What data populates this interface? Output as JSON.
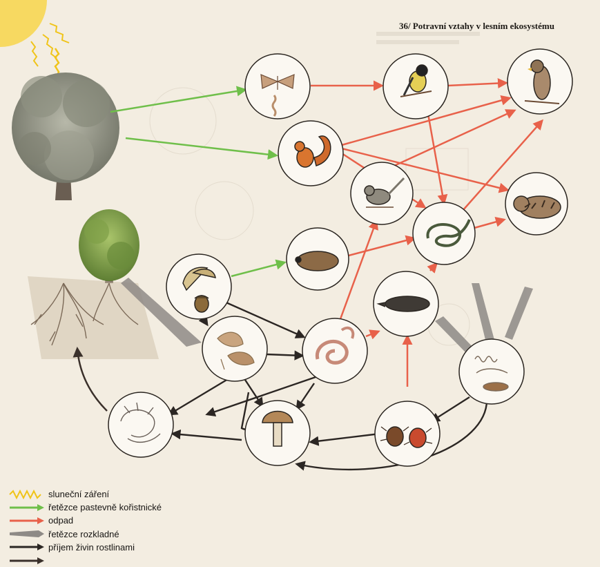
{
  "header": {
    "title": "36/   Potravní vztahy v lesním ekosystému"
  },
  "legend": {
    "items": [
      {
        "label": "sluneční záření",
        "color": "#f0c419",
        "style": "zigzag"
      },
      {
        "label": "řetězce pastevně kořistnické",
        "color": "#e8614a",
        "style": "arrow"
      },
      {
        "label": "odpad",
        "color": "#8e8a86",
        "style": "wedge"
      },
      {
        "label": "řetězce rozkladné",
        "color": "#2b2623",
        "style": "arrow"
      },
      {
        "label": "příjem živin rostlinami",
        "color": "#3a302a",
        "style": "arrow"
      }
    ],
    "green_arrow_color": "#6fbf4a"
  },
  "colors": {
    "grazing": "#e8614a",
    "plant_to_herbivore": "#6fbf4a",
    "decomposition": "#2b2623",
    "waste": "#8e8a86",
    "sun": "#f7d54a",
    "node_fill": "#fbf8f2",
    "node_stroke": "#2a2520"
  },
  "nodes": [
    {
      "id": "moth",
      "icon": "moth-caterpillar-icon"
    },
    {
      "id": "tit",
      "icon": "tit-bird-icon"
    },
    {
      "id": "hawk",
      "icon": "hawk-icon"
    },
    {
      "id": "squirrel",
      "icon": "squirrel-icon"
    },
    {
      "id": "wildcat",
      "icon": "wildcat-icon"
    },
    {
      "id": "songbird",
      "icon": "songbird-icon"
    },
    {
      "id": "snake",
      "icon": "snake-icon"
    },
    {
      "id": "vole",
      "icon": "vole-icon"
    },
    {
      "id": "seeds",
      "icon": "seeds-acorn-icon"
    },
    {
      "id": "shrew",
      "icon": "shrew-icon"
    },
    {
      "id": "leaflitter",
      "icon": "leaf-litter-icon"
    },
    {
      "id": "earthworm",
      "icon": "earthworm-icon"
    },
    {
      "id": "carcass",
      "icon": "animal-remains-icon"
    },
    {
      "id": "mushroom",
      "icon": "mushroom-icon"
    },
    {
      "id": "mites",
      "icon": "mites-icon"
    },
    {
      "id": "microbes",
      "icon": "microbes-icon"
    }
  ]
}
